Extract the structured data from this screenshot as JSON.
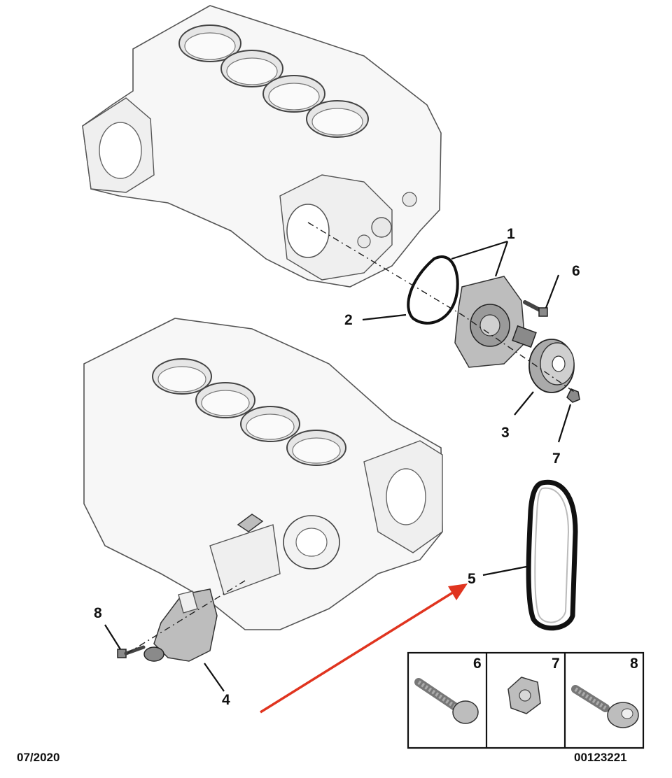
{
  "callouts": [
    "1",
    "2",
    "3",
    "4",
    "5",
    "6",
    "7",
    "8"
  ],
  "legend": {
    "cells": [
      {
        "number": "6",
        "icon": "flange-bolt-icon"
      },
      {
        "number": "7",
        "icon": "hex-nut-icon"
      },
      {
        "number": "8",
        "icon": "shouldered-bolt-icon"
      }
    ]
  },
  "footer": {
    "date": "07/2020",
    "reference": "00123221"
  },
  "colors": {
    "arrow": "#e0341f",
    "line": "#111111",
    "part_fill": "#f7f7f7"
  },
  "icons": [
    "engine-block-upper",
    "engine-block-lower",
    "water-pump-icon",
    "gasket-icon",
    "pulley-icon",
    "drive-belt-icon",
    "bracket-icon",
    "red-arrow-icon"
  ]
}
